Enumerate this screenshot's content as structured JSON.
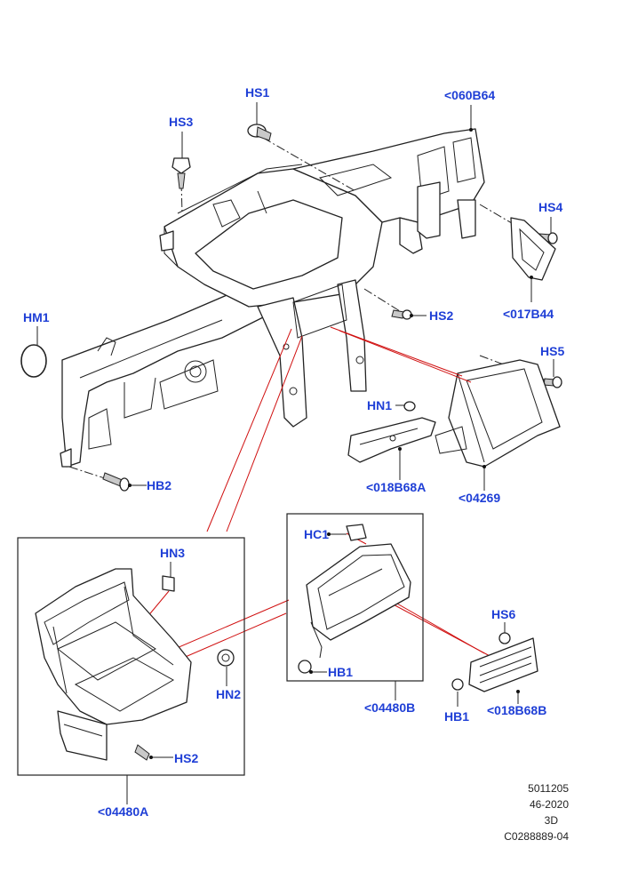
{
  "callouts": {
    "hs1": "HS1",
    "hs3": "HS3",
    "b060b64": "<060B64",
    "hs4": "HS4",
    "b017b44": "<017B44",
    "hs2_top": "HS2",
    "hm1": "HM1",
    "hs5": "HS5",
    "hn1": "HN1",
    "b018b68a": "<018B68A",
    "b04269": "<04269",
    "hb2": "HB2",
    "hn3": "HN3",
    "hn2": "HN2",
    "hs2_bottom": "HS2",
    "b04480a": "<04480A",
    "hc1": "HC1",
    "hb1_box": "HB1",
    "b04480b": "<04480B",
    "hs6": "HS6",
    "hb1_right": "HB1",
    "b018b68b": "<018B68B"
  },
  "info_block": {
    "line1": "5011205",
    "line2": "46-2020",
    "line3": "3D",
    "line4": "C0288889-04"
  }
}
